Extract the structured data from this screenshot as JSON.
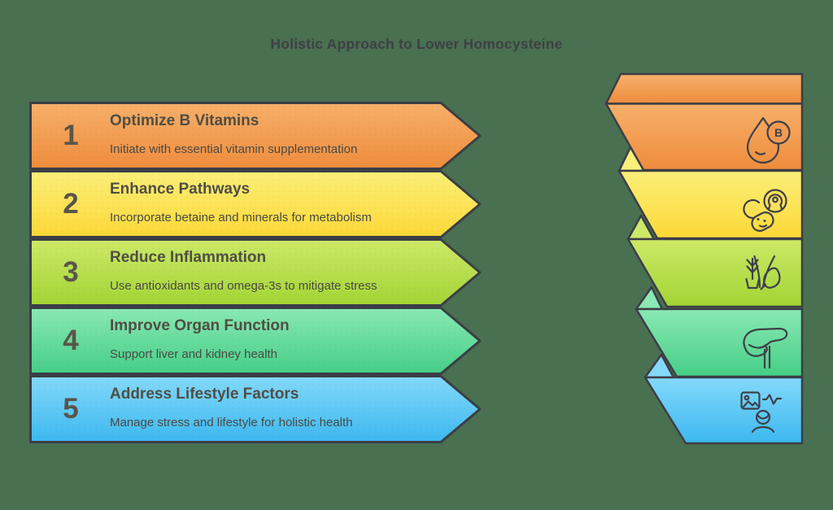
{
  "title": "Holistic Approach to Lower Homocysteine",
  "colors": {
    "background": "#497051",
    "outline": "#3B3E45",
    "icon_stroke": "#3E4148",
    "title_text": "#3E4045",
    "step_text": "#504E45"
  },
  "steps": [
    {
      "number": "1",
      "title": "Optimize B Vitamins",
      "description": "Initiate with essential vitamin supplementation",
      "icon": "vitamin-drop-icon",
      "badge_label": "B",
      "color_top": "#F6B06A",
      "color_bottom": "#EF8C3D",
      "icon_badge_fill": "#F19A52"
    },
    {
      "number": "2",
      "title": "Enhance Pathways",
      "description": "Incorporate betaine and minerals for metabolism",
      "icon": "supplement-capsule-icon",
      "color_top": "#FBEF79",
      "color_bottom": "#FCD837",
      "icon_badge_fill": "#FBE159"
    },
    {
      "number": "3",
      "title": "Reduce Inflammation",
      "description": "Use antioxidants and omega-3s to mitigate stress",
      "icon": "plant-leaf-icon",
      "color_top": "#CDE968",
      "color_bottom": "#A2D434"
    },
    {
      "number": "4",
      "title": "Improve Organ Function",
      "description": "Support liver and kidney health",
      "icon": "liver-icon",
      "color_top": "#8AE9B4",
      "color_bottom": "#45CE86"
    },
    {
      "number": "5",
      "title": "Address Lifestyle Factors",
      "description": "Manage stress and lifestyle for holistic health",
      "icon": "lifestyle-activity-person-icon",
      "color_top": "#84D9FA",
      "color_bottom": "#3CB8F0"
    }
  ]
}
